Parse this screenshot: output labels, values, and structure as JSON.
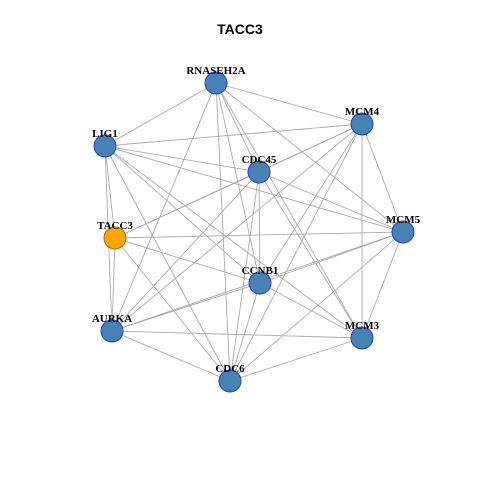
{
  "title": "TACC3",
  "colors": {
    "node_default": "#4682B4",
    "node_stroke": "#1F3FD0",
    "node_focus": "#FFA500",
    "node_focus_stroke": "#B06A00",
    "edge": "#AAAAAA",
    "label": "#000000"
  },
  "nodes": [
    {
      "id": "RNASEH2A",
      "label": "RNASEH2A",
      "focus": false
    },
    {
      "id": "MCM4",
      "label": "MCM4",
      "focus": false
    },
    {
      "id": "LIG1",
      "label": "LIG1",
      "focus": false
    },
    {
      "id": "CDC45",
      "label": "CDC45",
      "focus": false
    },
    {
      "id": "TACC3",
      "label": "TACC3",
      "focus": true
    },
    {
      "id": "MCM5",
      "label": "MCM5",
      "focus": false
    },
    {
      "id": "CCNB1",
      "label": "CCNB1",
      "focus": false
    },
    {
      "id": "AURKA",
      "label": "AURKA",
      "focus": false
    },
    {
      "id": "MCM3",
      "label": "MCM3",
      "focus": false
    },
    {
      "id": "CDC6",
      "label": "CDC6",
      "focus": false
    }
  ],
  "edges": [
    [
      "RNASEH2A",
      "MCM4"
    ],
    [
      "RNASEH2A",
      "LIG1"
    ],
    [
      "RNASEH2A",
      "CDC45"
    ],
    [
      "RNASEH2A",
      "MCM5"
    ],
    [
      "RNASEH2A",
      "CCNB1"
    ],
    [
      "RNASEH2A",
      "AURKA"
    ],
    [
      "RNASEH2A",
      "MCM3"
    ],
    [
      "RNASEH2A",
      "CDC6"
    ],
    [
      "MCM4",
      "LIG1"
    ],
    [
      "MCM4",
      "CDC45"
    ],
    [
      "MCM4",
      "MCM5"
    ],
    [
      "MCM4",
      "CCNB1"
    ],
    [
      "MCM4",
      "AURKA"
    ],
    [
      "MCM4",
      "MCM3"
    ],
    [
      "MCM4",
      "CDC6"
    ],
    [
      "MCM4",
      "TACC3"
    ],
    [
      "LIG1",
      "CDC45"
    ],
    [
      "LIG1",
      "MCM5"
    ],
    [
      "LIG1",
      "CCNB1"
    ],
    [
      "LIG1",
      "AURKA"
    ],
    [
      "LIG1",
      "MCM3"
    ],
    [
      "LIG1",
      "CDC6"
    ],
    [
      "LIG1",
      "TACC3"
    ],
    [
      "CDC45",
      "MCM5"
    ],
    [
      "CDC45",
      "CCNB1"
    ],
    [
      "CDC45",
      "AURKA"
    ],
    [
      "CDC45",
      "MCM3"
    ],
    [
      "CDC45",
      "CDC6"
    ],
    [
      "CDC45",
      "TACC3"
    ],
    [
      "TACC3",
      "MCM5"
    ],
    [
      "TACC3",
      "CCNB1"
    ],
    [
      "TACC3",
      "AURKA"
    ],
    [
      "TACC3",
      "CDC6"
    ],
    [
      "MCM5",
      "CCNB1"
    ],
    [
      "MCM5",
      "AURKA"
    ],
    [
      "MCM5",
      "MCM3"
    ],
    [
      "MCM5",
      "CDC6"
    ],
    [
      "CCNB1",
      "AURKA"
    ],
    [
      "CCNB1",
      "MCM3"
    ],
    [
      "CCNB1",
      "CDC6"
    ],
    [
      "AURKA",
      "MCM3"
    ],
    [
      "AURKA",
      "CDC6"
    ],
    [
      "MCM3",
      "CDC6"
    ]
  ]
}
